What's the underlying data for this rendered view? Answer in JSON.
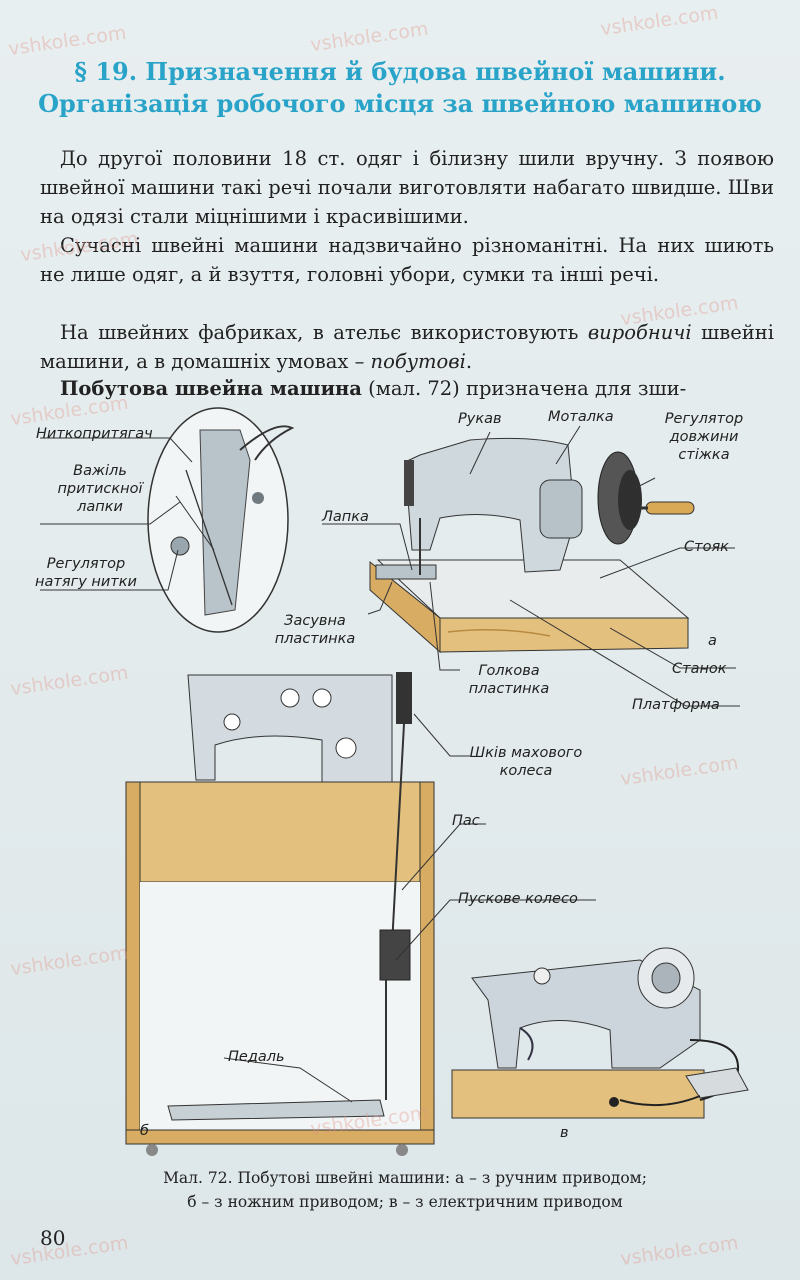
{
  "heading": {
    "line1": "§ 19. Призначення й будова швейної машини.",
    "line2": "Організація робочого місця за швейною машиною"
  },
  "paragraphs": {
    "p1": "До другої половини 18 ст. одяг і білизну шили вручну. З появою швейної машини такі речі почали виготовляти набагато швидше. Шви на одязі стали міцнішими і красивішими.",
    "p2": "Сучасні швейні машини надзвичайно різноманітні. На них шиють не лише одяг, а й взуття, головні убори, сумки та інші речі.",
    "p3_a": "На швейних фабриках, в ательє використовують ",
    "p3_em1": "виробничі",
    "p3_b": " швейні машини, а в домашніх умовах – ",
    "p3_em2": "побутові",
    "p3_c": ".",
    "p4_bold": "Побутова швейна машина",
    "p4_rest": " (мал. 72) призначена для зши-"
  },
  "labels": {
    "nitkopr": "Ниткопритягач",
    "vazhil1": "Важіль",
    "vazhil2": "притискної",
    "vazhil3": "лапки",
    "reg_nat1": "Регулятор",
    "reg_nat2": "натягу нитки",
    "rukav": "Рукав",
    "motalka": "Моталка",
    "reg_dov1": "Регулятор",
    "reg_dov2": "довжини",
    "reg_dov3": "стіжка",
    "lapka": "Лапка",
    "stoyak": "Стояк",
    "zasuvna1": "Засувна",
    "zasuvna2": "пластинка",
    "a": "а",
    "golkova1": "Голкова",
    "golkova2": "пластинка",
    "stanok": "Станок",
    "platforma": "Платформа",
    "skiv1": "Шків махового",
    "skiv2": "колеса",
    "pas": "Пас",
    "puskove": "Пускове колесо",
    "pedal": "Педаль",
    "b": "б",
    "v": "в"
  },
  "caption": {
    "line1": "Мал. 72. Побутові швейні машини: а – з ручним приводом;",
    "line2": "б – з ножним приводом; в – з електричним приводом"
  },
  "page_number": "80",
  "watermark": "vshkole.com",
  "colors": {
    "heading": "#2aa3c9",
    "wood": "#e3c07e",
    "metal": "#c9d3d9",
    "platform": "#f3f6f6"
  }
}
